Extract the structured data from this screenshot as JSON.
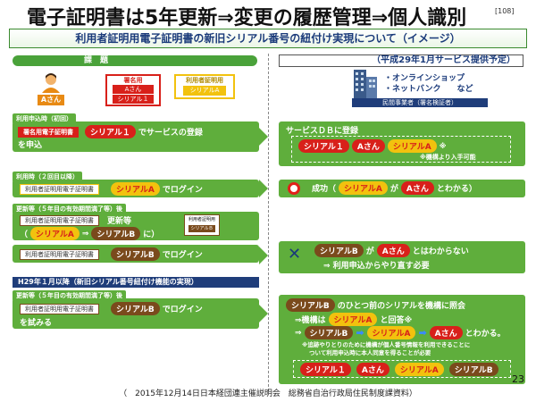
{
  "title": "電子証明書は5年更新⇒変更の履歴管理⇒個人識別",
  "slide_code": "108",
  "subtitle": "利用者証明用電子証明書の新旧シリアル番号の紐付け実現について（イメージ）",
  "kadai": "課　題",
  "schedule": "（平成29年1月サービス提供予定）",
  "person": "Aさん",
  "card1": {
    "l1": "署名用",
    "l2": "Aさん",
    "l3": "シリアル１"
  },
  "card2": {
    "l1": "利用者証明用",
    "l2": "シリアルA"
  },
  "services": {
    "l1": "・オンラインショップ",
    "l2": "・ネットバンク",
    "l3": "など"
  },
  "operator": "民間事業者（署名検証者）",
  "sec1": {
    "label": "利用申込時（初回）",
    "cert": "署名用電子証明書",
    "serial": "シリアル１",
    "text1": "でサービスの登録",
    "text2": "を申込"
  },
  "right1": {
    "title": "サービスＤＢに登録",
    "p1": "シリアル１",
    "p2": "Aさん",
    "p3": "シリアルA",
    "mark": "※",
    "note": "※機構より入手可能"
  },
  "sec2": {
    "label": "利用時（２回目以降）",
    "cert": "利用者証明用電子証明書",
    "serial": "シリアルA",
    "text": "でログイン"
  },
  "right2": {
    "t1": "成功（",
    "p1": "シリアルA",
    "t2": "が",
    "p2": "Aさん",
    "t3": "とわかる）"
  },
  "sec3": {
    "label": "更新等（５年目の有効期間満了等）後",
    "cert": "利用者証明用電子証明書",
    "text": "更新等",
    "s1": "シリアルA",
    "s2": "シリアルB",
    "text2": "に）",
    "card": "利用者証明用",
    "cardsub": "シリアルＢ"
  },
  "sec4": {
    "cert": "利用者証明用電子証明書",
    "serial": "シリアルB",
    "text": "でログイン"
  },
  "right4": {
    "p1": "シリアルB",
    "t1": "が",
    "p2": "Aさん",
    "t2": "とはわからない",
    "t3": "⇒ 利用申込からやり直す必要"
  },
  "sec5": {
    "banner": "H29年１月以降（新旧シリアル番号紐付け機能の実現）",
    "label": "更新等（５年目の有効期間満了等）後",
    "cert": "利用者証明用電子証明書",
    "serial": "シリアルB",
    "text1": "でログイン",
    "text2": "を試みる"
  },
  "right5": {
    "p1": "シリアルB",
    "t1": "のひとつ前のシリアルを機構に照会",
    "t2": "⇒機構は",
    "p2": "シリアルA",
    "t3": "と回答※",
    "p3": "シリアルB",
    "p4": "シリアルA",
    "p5": "Aさん",
    "t4": "とわかる。",
    "note1": "※追跡やりとりのために機構が個人番号情報を利用できることに",
    "note2": "ついて利用申込時に本人同意を得ることが必要",
    "b1": "シリアル１",
    "b2": "Aさん",
    "b3": "シリアルA",
    "b4": "シリアルB"
  },
  "arrow_glyph": "⇒",
  "page_number": "23",
  "footer": "（　2015年12月14日日本経団連主催説明会　総務省自治行政局住民制度課資料）"
}
